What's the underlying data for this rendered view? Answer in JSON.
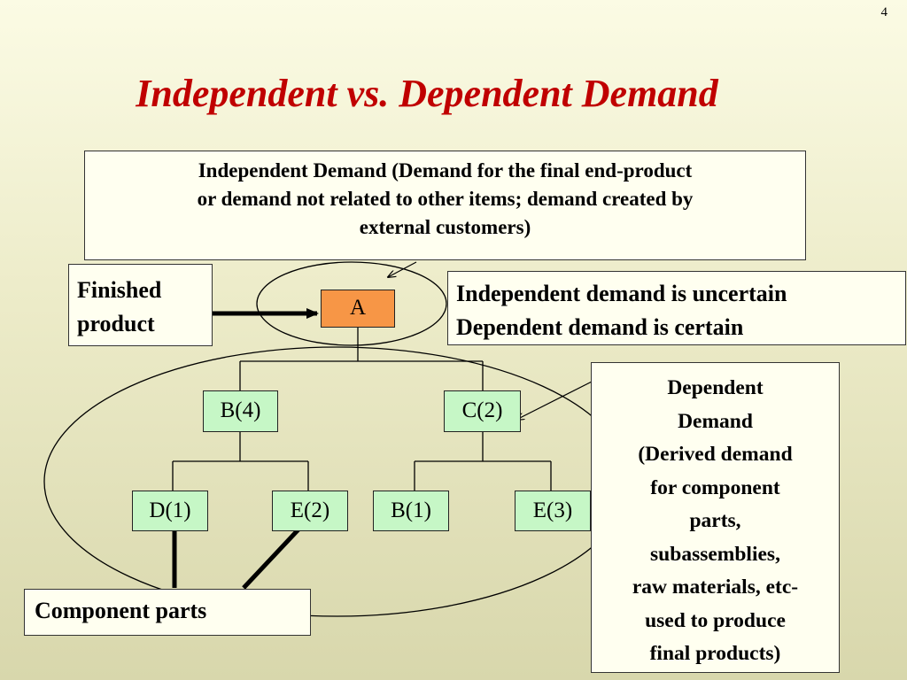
{
  "slide": {
    "page_number": "4",
    "title": "Independent vs. Dependent Demand"
  },
  "boxes": {
    "independent_demand": {
      "lines": [
        "Independent Demand (Demand for the final end-product",
        "or demand not related to other items; demand created by",
        "external customers)"
      ]
    },
    "finished_product": {
      "lines": [
        "Finished",
        "product"
      ]
    },
    "certainty": {
      "lines": [
        "Independent demand is uncertain",
        "Dependent demand is certain"
      ]
    },
    "dependent_demand": {
      "lines": [
        "Dependent",
        "Demand",
        "(Derived demand",
        "for component",
        "parts,",
        "subassemblies,",
        "raw materials, etc-",
        "used to produce",
        "final products)"
      ]
    },
    "component_parts": {
      "label": "Component parts"
    }
  },
  "tree": {
    "root": "A",
    "level1": [
      "B(4)",
      "C(2)"
    ],
    "level2": [
      "D(1)",
      "E(2)",
      "B(1)",
      "E(3)"
    ]
  },
  "colors": {
    "title": "#c00000",
    "root_node": "#f79646",
    "child_nodes": "#c6f7c6",
    "box_background": "#fffff0"
  }
}
